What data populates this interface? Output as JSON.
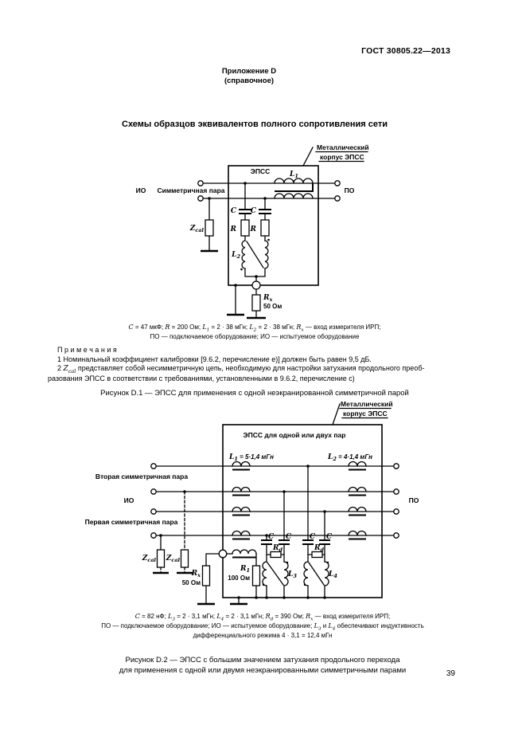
{
  "page": {
    "header": "ГОСТ 30805.22—2013",
    "appendix": "Приложение D",
    "appendix_kind": "(справочное)",
    "title": "Схемы образцов эквивалентов полного сопротивления сети",
    "page_number": "39"
  },
  "d1": {
    "case_line1": "Металлический",
    "case_line2": "корпус ЭПСС",
    "box_label": "ЭПСС",
    "io": "ИО",
    "pair": "Симметричная пара",
    "po": "ПО",
    "sym_L": "L",
    "sub_1": "1",
    "sub_2": "2",
    "sym_C": "C",
    "sym_R": "R",
    "sym_Z": "Z",
    "sub_cal": "cal",
    "sub_x": "x",
    "rx_value": "50 Ом",
    "caption_line1": [
      {
        "t": "C",
        "i": 1
      },
      {
        "t": " = 47 мкФ; "
      },
      {
        "t": "R",
        "i": 1
      },
      {
        "t": " = 200 Ом; "
      },
      {
        "t": "L",
        "i": 1
      },
      {
        "t": "1",
        "s": 1,
        "i": 1
      },
      {
        "t": " = 2 · 38 мГн; "
      },
      {
        "t": "L",
        "i": 1
      },
      {
        "t": "2",
        "s": 1,
        "i": 1
      },
      {
        "t": " = 2 · 38 мГн; "
      },
      {
        "t": "R",
        "i": 1
      },
      {
        "t": "x",
        "s": 1,
        "i": 1
      },
      {
        "t": " — вход измерителя ИРП;"
      }
    ],
    "caption_line2": [
      {
        "t": "ПО — подключаемое оборудование; ИО — испытуемое оборудование"
      }
    ],
    "figure_caption": "Рисунок D.1 — ЭПСС для применения с одной неэкранированной симметричной парой"
  },
  "notes": {
    "heading": "П р и м е ч а н и я",
    "note1": [
      {
        "t": "1 Номинальный коэффициент калибровки [9.6.2, перечисление е)] должен быть равен 9,5 дБ."
      }
    ],
    "note2_line1": [
      {
        "t": "2 "
      },
      {
        "t": "Z",
        "i": 1
      },
      {
        "t": "cal",
        "s": 1,
        "i": 1
      },
      {
        "t": " представляет собой несимметричную цепь, необходимую для настройки затухания продольного преоб-"
      }
    ],
    "note2_line2": [
      {
        "t": "разования ЭПСС в соответствии с требованиями, установленными в 9.6.2, перечисление с)"
      }
    ]
  },
  "d2": {
    "case_line1": "Металлический",
    "case_line2": "корпус ЭПСС",
    "box_label": "ЭПСС для одной или двух пар",
    "sym_L": "L",
    "sub_1": "1",
    "sub_2": "2",
    "sub_3": "3",
    "sub_4": "4",
    "l1_value": " = 5·1,4 мГн",
    "l2_value": " = 4·1,4 мГн",
    "pair2": "Вторая симметричная пара",
    "io": "ИО",
    "pair1": "Первая симметричная пара",
    "po": "ПО",
    "sym_Z": "Z",
    "sub_cal": "cal",
    "sym_R": "R",
    "sub_x": "x",
    "rx_value": "50 Ом",
    "r1_value": "100 Ом",
    "sym_C": "C",
    "sub_d": "d",
    "caption_line1": [
      {
        "t": "C",
        "i": 1
      },
      {
        "t": " = 82 нФ; "
      },
      {
        "t": "L",
        "i": 1
      },
      {
        "t": "3",
        "s": 1,
        "i": 1
      },
      {
        "t": " = 2 · 3,1 мГн; "
      },
      {
        "t": "L",
        "i": 1
      },
      {
        "t": "4",
        "s": 1,
        "i": 1
      },
      {
        "t": " = 2 · 3,1 мГн; "
      },
      {
        "t": "R",
        "i": 1
      },
      {
        "t": "d",
        "s": 1,
        "i": 1
      },
      {
        "t": " = 390 Ом; "
      },
      {
        "t": "R",
        "i": 1
      },
      {
        "t": "x",
        "s": 1,
        "i": 1
      },
      {
        "t": " — вход измерителя ИРП;"
      }
    ],
    "caption_line2": [
      {
        "t": "ПО — подключаемое оборудование; ИО — испытуемое оборудование; "
      },
      {
        "t": "L",
        "i": 1
      },
      {
        "t": "3",
        "s": 1,
        "i": 1
      },
      {
        "t": " и "
      },
      {
        "t": "L",
        "i": 1
      },
      {
        "t": "4",
        "s": 1,
        "i": 1
      },
      {
        "t": " обеспечивают индуктивность"
      }
    ],
    "caption_line3": [
      {
        "t": "дифференциального режима 4 · 3,1 = 12,4 мГн"
      }
    ],
    "figure_caption_line1": "Рисунок D.2 — ЭПСС с большим значением затухания продольного перехода",
    "figure_caption_line2": "для применения с одной или двумя неэкранированными симметричными парами"
  }
}
